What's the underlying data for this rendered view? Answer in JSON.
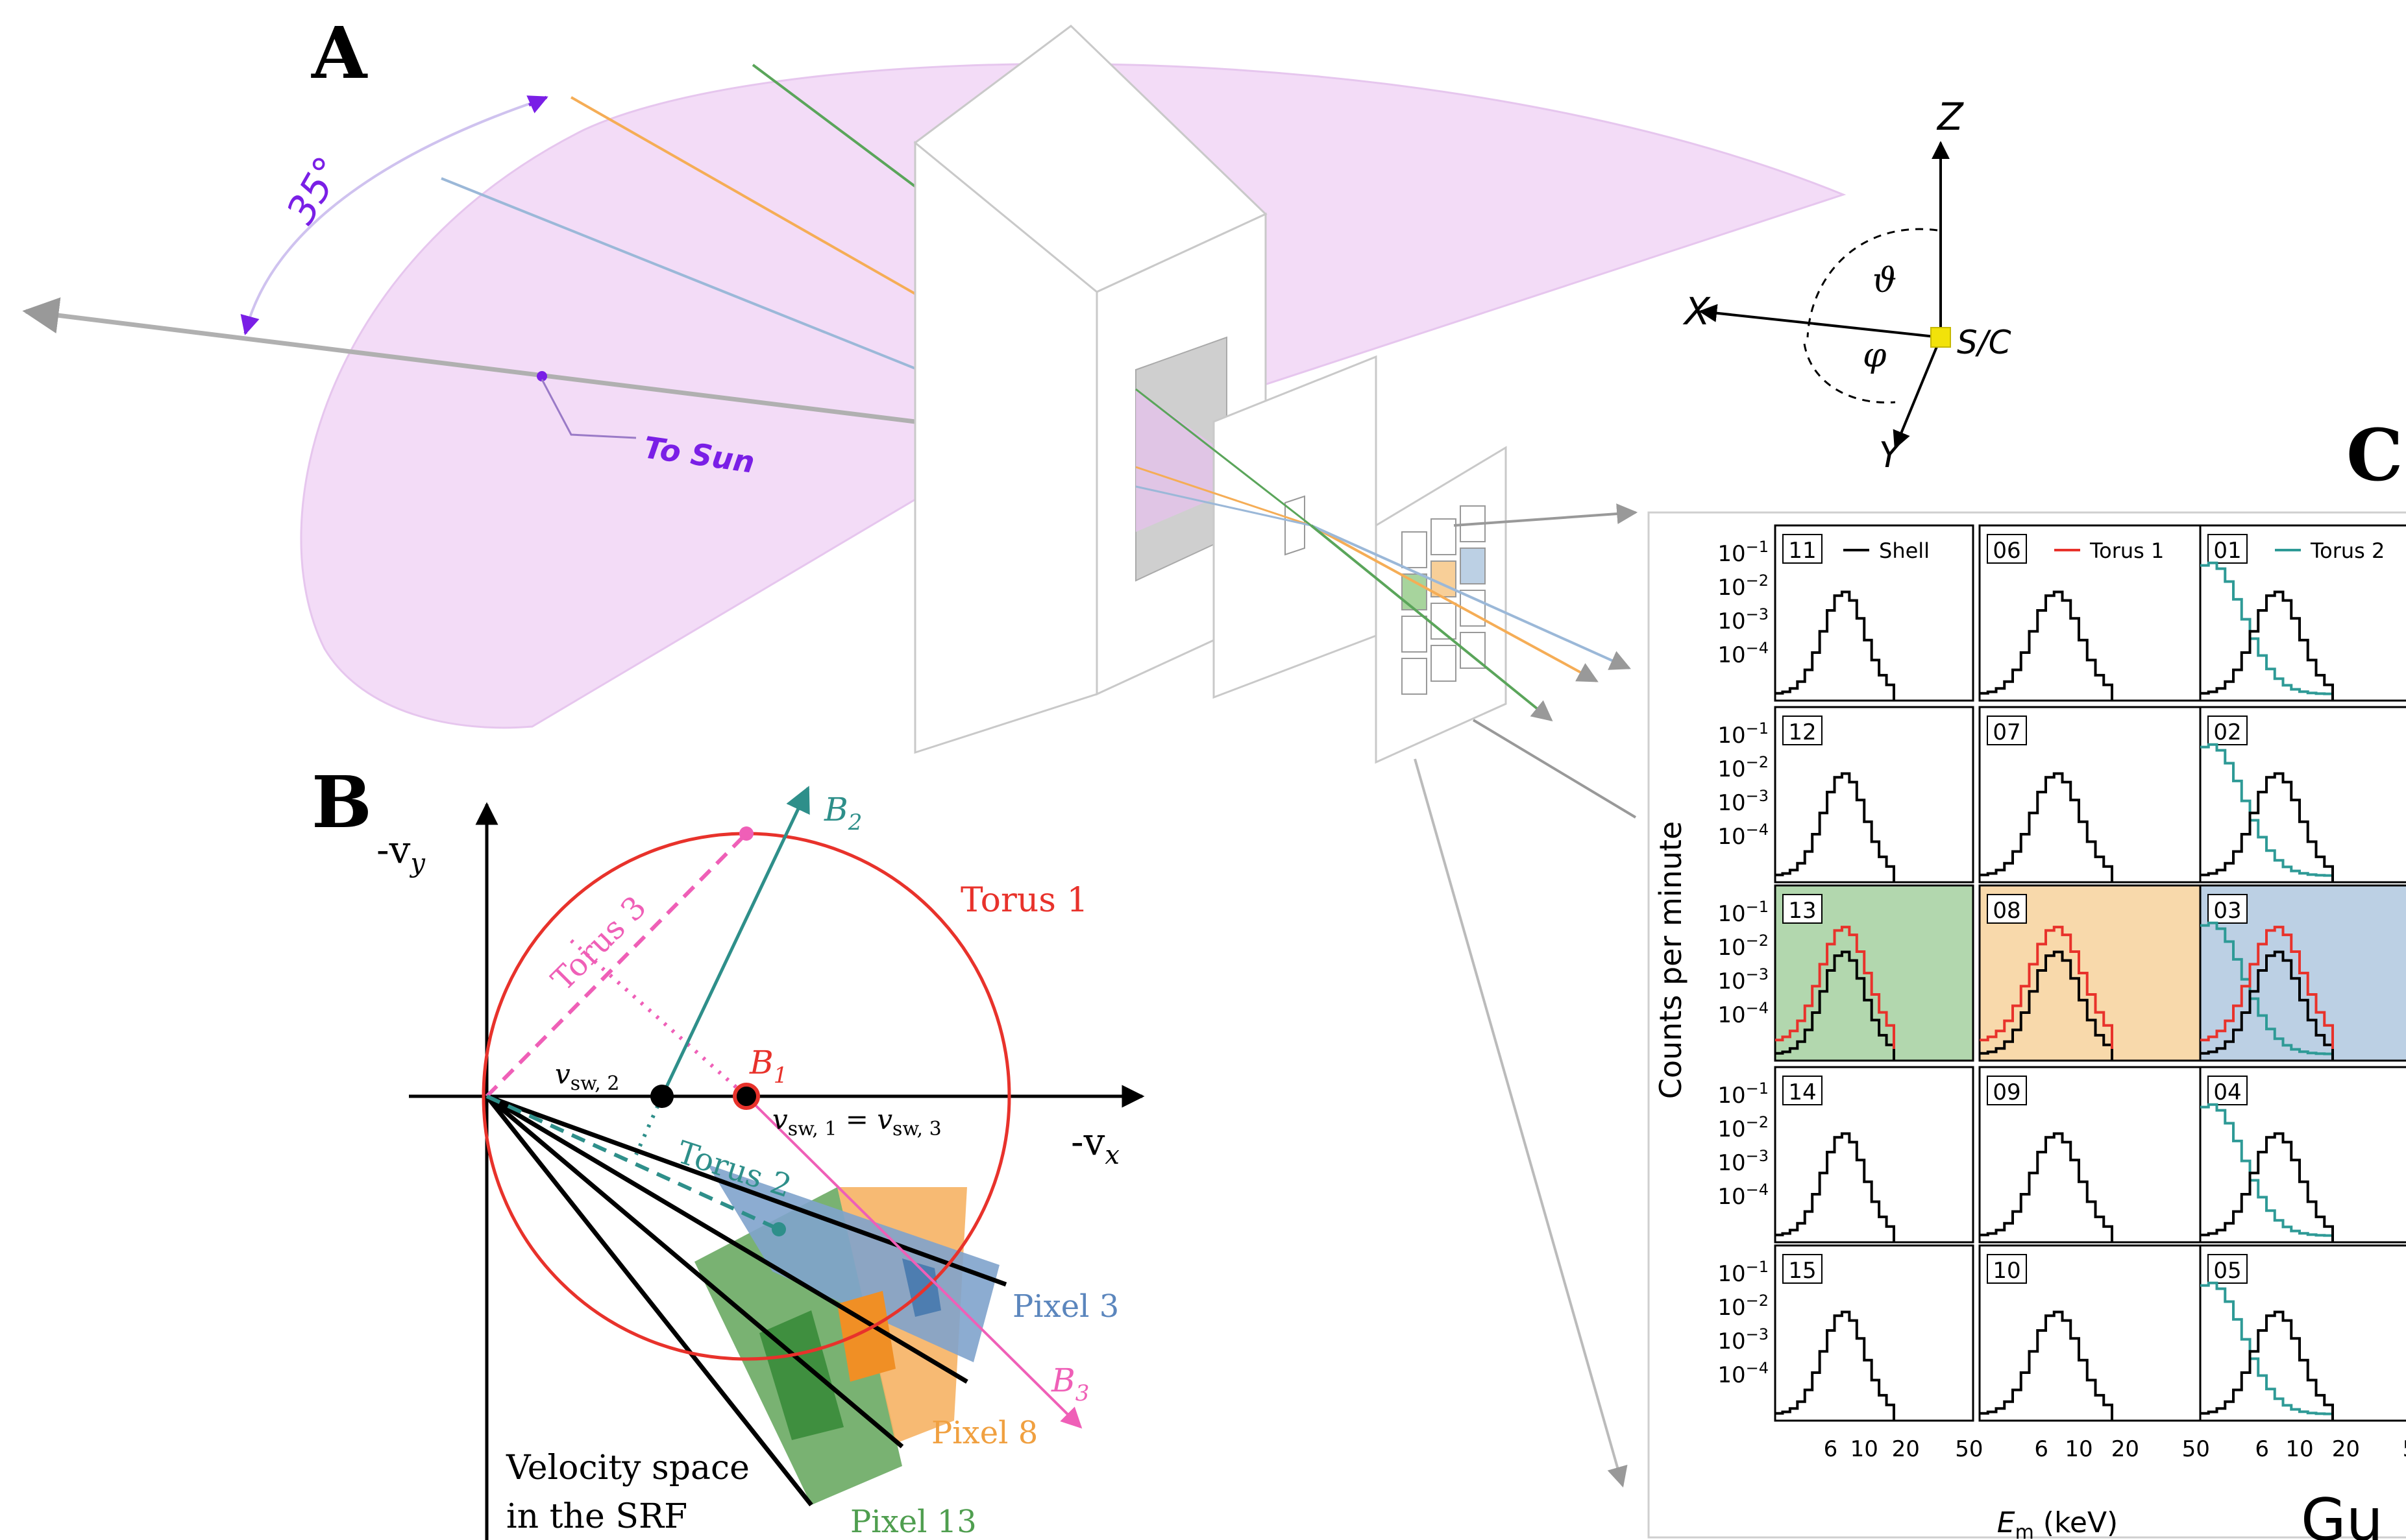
{
  "panels": {
    "a": "A",
    "b": "B",
    "c": "C"
  },
  "panel_a": {
    "angle_label": "35°",
    "sun_label": "To Sun",
    "axes": {
      "z": "Z",
      "x": "X",
      "y": "Y",
      "theta": "ϑ",
      "phi": "φ",
      "spacecraft": "S/C"
    }
  },
  "panel_b": {
    "y_axis": "-v",
    "y_axis_sub": "y",
    "x_axis": "-v",
    "x_axis_sub": "x",
    "b2": "B",
    "b2_sub": "2",
    "b1": "B",
    "b1_sub": "1",
    "b3": "B",
    "b3_sub": "3",
    "vsw2": "v",
    "vsw2_sub": "sw, 2",
    "vsw13": "v",
    "vsw13_sub1": "sw, 1",
    "vsw13_eq": " = v",
    "vsw13_sub2": "sw, 3",
    "torus1": "Torus 1",
    "torus2": "Torus 2",
    "torus3": "Torus 3",
    "pixel3": "Pixel 3",
    "pixel8": "Pixel 8",
    "pixel13": "Pixel 13",
    "caption_line1": "Velocity space",
    "caption_line2": "in the SRF"
  },
  "panel_c": {
    "ylabel": "Counts per minute",
    "xlabel_main": "E",
    "xlabel_sub": "m",
    "xlabel_unit": " (keV)",
    "ytick_base": "10",
    "ytick_exps": [
      "−1",
      "−2",
      "−3",
      "−4"
    ],
    "xticks": [
      "6",
      "10",
      "20",
      "50"
    ],
    "legend": [
      "Shell",
      "Torus 1",
      "Torus 2"
    ],
    "legend_colors": [
      "#000000",
      "#e8322b",
      "#2e9a96"
    ],
    "pixel_ids": [
      [
        "11",
        "06",
        "01"
      ],
      [
        "12",
        "07",
        "02"
      ],
      [
        "13",
        "08",
        "03"
      ],
      [
        "14",
        "09",
        "04"
      ],
      [
        "15",
        "10",
        "05"
      ]
    ],
    "highlight_colors": {
      "13": "#b2d7ae",
      "08": "#f8d9ab",
      "03": "#bcd0e4"
    },
    "cut_text": "Gu"
  },
  "colors": {
    "fov_fill": "#f3dcf7",
    "torus1": "#e8322b",
    "torus2": "#2e8f8a",
    "torus3": "#ef5fb7",
    "pixel3": "#6f98c6",
    "pixel8": "#f5ad56",
    "pixel13": "#5aa55a",
    "label_violet": "#7a1fe6"
  }
}
